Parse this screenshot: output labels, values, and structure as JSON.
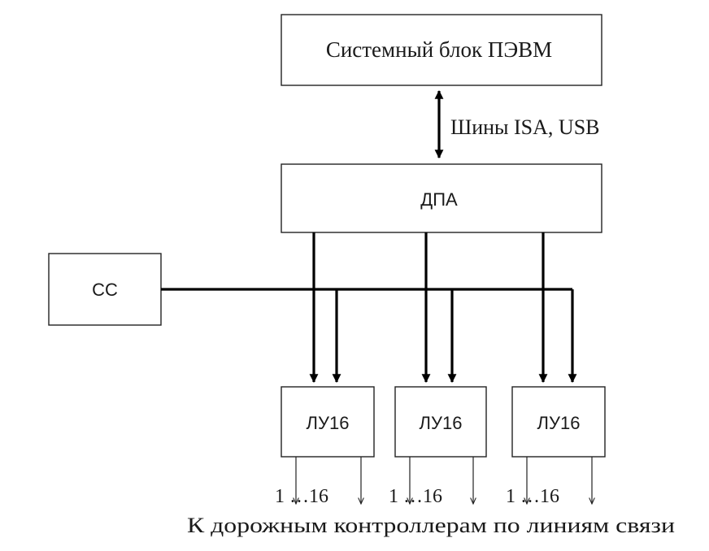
{
  "nodes": {
    "pc": "Системный блок ПЭВМ",
    "dpa": "ДПА",
    "cc": "СС",
    "lu": [
      "ЛУ16",
      "ЛУ16",
      "ЛУ16"
    ]
  },
  "labels": {
    "bus": "Шины ISA, USB",
    "channels": [
      "1 …16",
      "1 …16",
      "1 …16"
    ],
    "footer": "К дорожным контроллерам по линиям связи"
  }
}
